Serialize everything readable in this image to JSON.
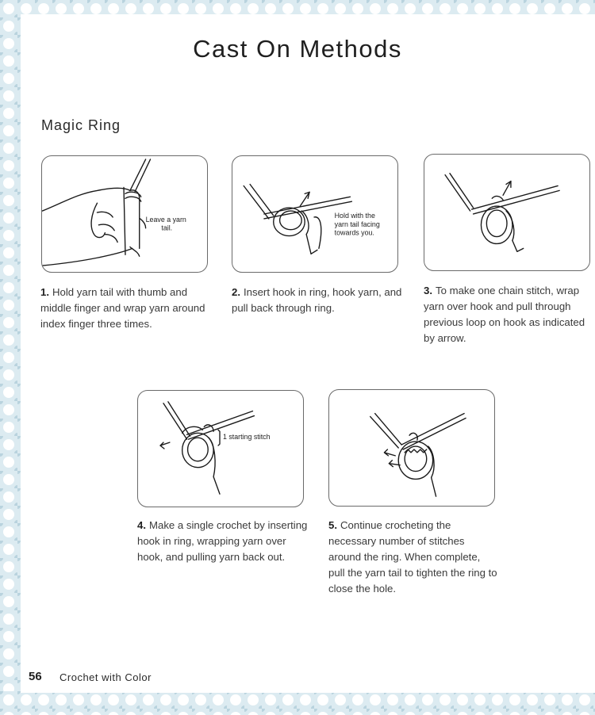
{
  "page": {
    "title": "Cast On Methods",
    "section": "Magic Ring",
    "footer": {
      "page_number": "56",
      "book_title": "Crochet with Color"
    }
  },
  "steps": [
    {
      "number": "1.",
      "text": "Hold yarn tail with thumb and middle finger and wrap yarn around index finger three times.",
      "label_lines": [
        "Leave a yarn",
        "tail."
      ]
    },
    {
      "number": "2.",
      "text": "Insert hook in ring, hook yarn, and pull back through ring.",
      "label_lines": [
        "Hold with the",
        "yarn tail facing",
        "towards you."
      ]
    },
    {
      "number": "3.",
      "text": "To make one chain stitch, wrap yarn over hook and pull through previous loop on hook as indicated by arrow.",
      "label_lines": []
    },
    {
      "number": "4.",
      "text": "Make a single crochet by inserting hook in ring, wrapping yarn over hook, and pulling yarn back out.",
      "label_lines": [
        "1 starting stitch"
      ]
    },
    {
      "number": "5.",
      "text": "Continue crocheting the necessary number of stitches around the ring. When complete, pull the yarn tail to tighten the ring to close the hole.",
      "label_lines": []
    }
  ],
  "colors": {
    "border_pattern": "#c9dde6",
    "page": "#ffffff",
    "text": "#3a3a3a"
  }
}
